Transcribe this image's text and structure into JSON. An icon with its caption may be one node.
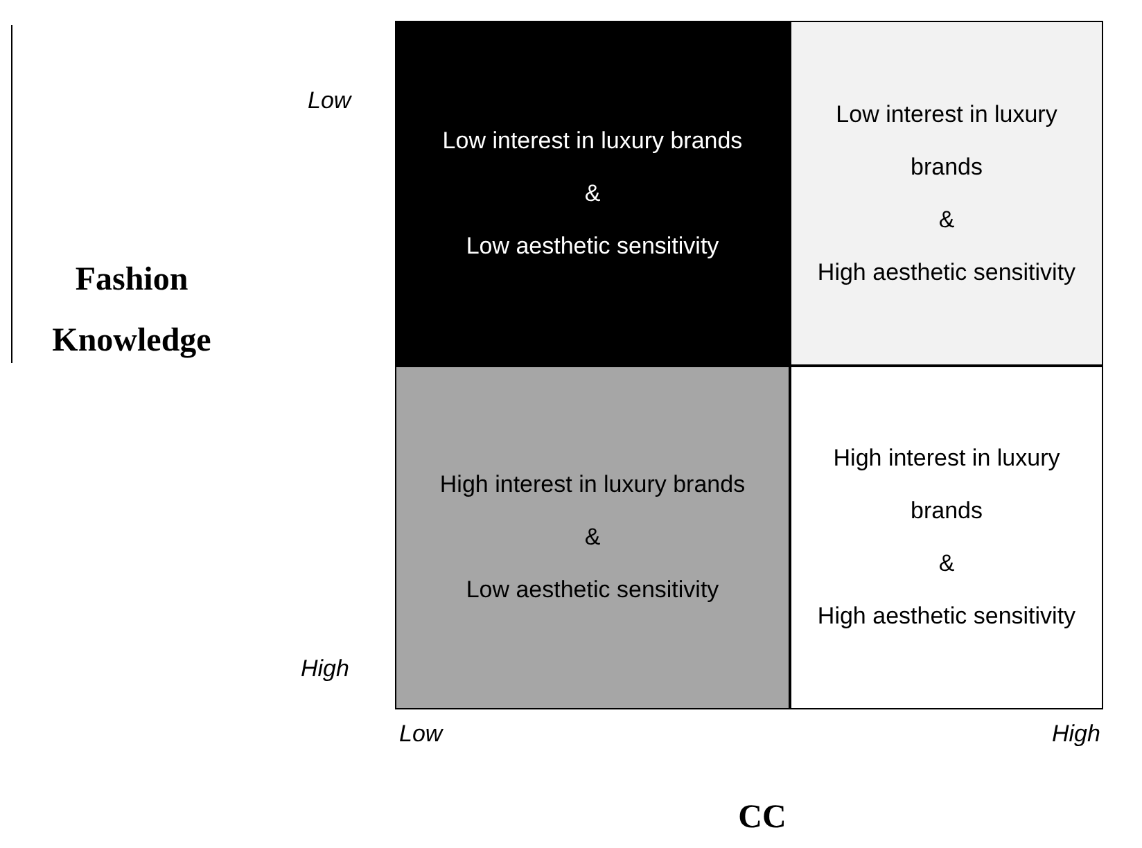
{
  "diagram": {
    "nodes": [
      {
        "text": [
          "Low interest in luxury brands",
          "&",
          "Low aesthetic sensitivity"
        ]
      },
      {
        "text": [
          "Low interest in luxury brands",
          "&",
          "High aesthetic sensitivity"
        ]
      },
      {
        "text": [
          "High interest in luxury brands",
          "&",
          "Low aesthetic sensitivity"
        ]
      },
      {
        "text": [
          "High interest in luxury brands",
          "&",
          "High aesthetic sensitivity"
        ]
      }
    ],
    "labels": [
      "Low",
      "Fashion Knowledge",
      "High",
      "Low",
      "High",
      "CC"
    ]
  }
}
